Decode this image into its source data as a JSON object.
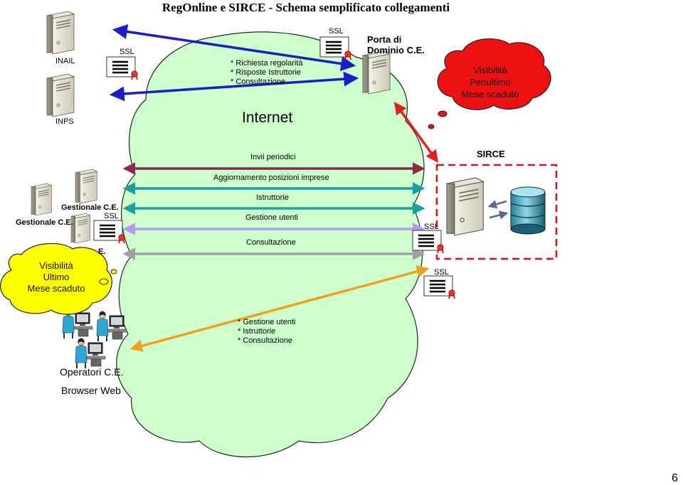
{
  "title": "RegOnline e SIRCE - Schema semplificato collegamenti",
  "page_number": "6",
  "cloud_label": "Internet",
  "nodes": {
    "inail": "INAIL",
    "inps": "INPS",
    "porta_dominio": [
      "Porta di",
      "Dominio C.E."
    ],
    "sirce": "SIRCE",
    "gestionale_1": "Gestionale C.E.",
    "gestionale_2": "Gestionale C.E.",
    "gestionale_3": "E.",
    "operatori": "Operatori C.E.",
    "browser": "Browser Web"
  },
  "ssl_label": "SSL",
  "top_link_labels": [
    "* Richiesta regolarità",
    "* Risposte Istruttorie",
    "* Consultazione"
  ],
  "flows": {
    "invii": "Invii periodici",
    "aggiornamento": "Aggiornamento posizioni imprese",
    "istruttorie": "Istruttorie",
    "gestione": "Gestione utenti",
    "consultazione": "Consultazione"
  },
  "bottom_link_labels": [
    "* Gestione utenti",
    "* Istruttorie",
    "* Consultazione"
  ],
  "bubbles": {
    "penultimo": [
      "Visibilità",
      "Penultimo",
      "Mese scaduto"
    ],
    "ultimo": [
      "Visibilità",
      "Ultimo",
      "Mese scaduto"
    ]
  },
  "colors": {
    "cloud": "#ccffcc",
    "red_bubble": "#ee1111",
    "yellow_bubble": "#ffff00",
    "blue_arrow": "#1c1cc8",
    "maroon_arrow": "#8c2a4a",
    "teal_arrow": "#1aa0a0",
    "violet_arrow": "#b49af0",
    "gray_arrow": "#a0a0a0",
    "orange_arrow": "#f0a020",
    "sirce_box": "#dd1111"
  }
}
